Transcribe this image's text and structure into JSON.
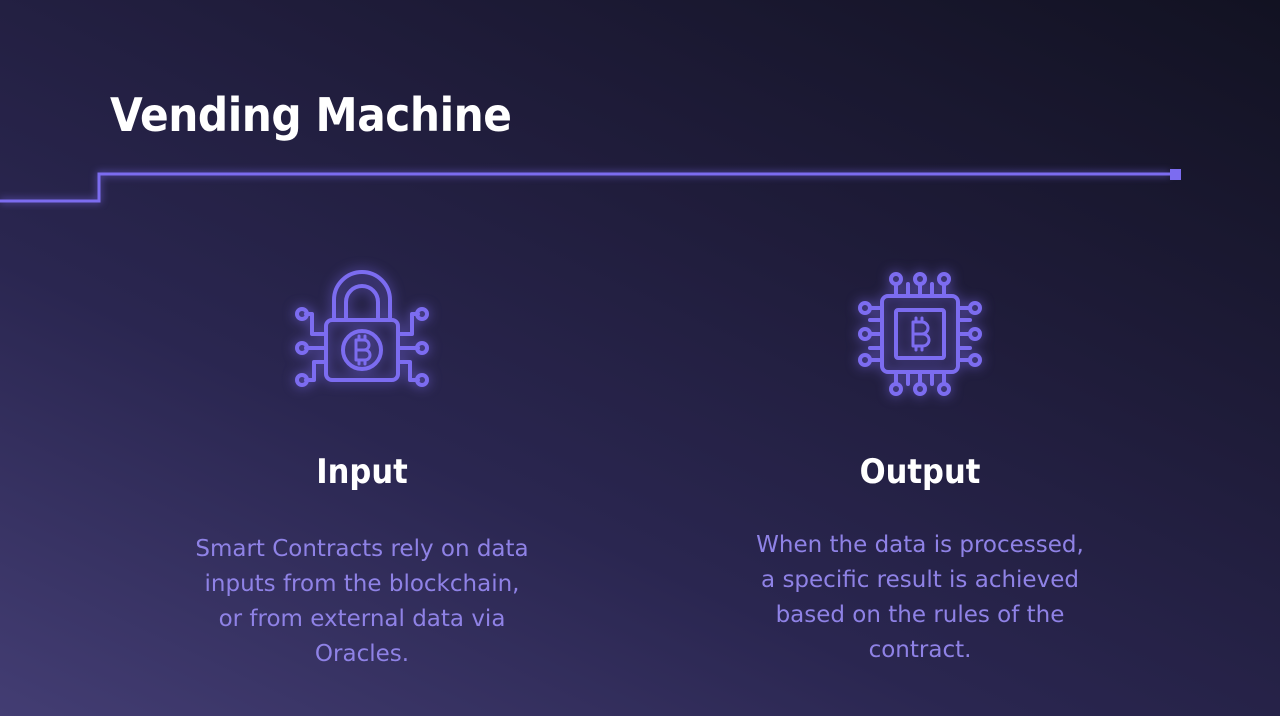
{
  "slide": {
    "title": "Vending Machine",
    "accent_color": "#7c6cf0",
    "text_color": "#8f82e6"
  },
  "columns": [
    {
      "icon": "bitcoin-lock-circuit-icon",
      "title": "Input",
      "text": "Smart Contracts rely on data inputs from the blockchain, or from external data via Oracles."
    },
    {
      "icon": "bitcoin-chip-icon",
      "title": "Output",
      "text": "When the data is processed, a specific result is achieved based on the rules of the contract."
    }
  ]
}
